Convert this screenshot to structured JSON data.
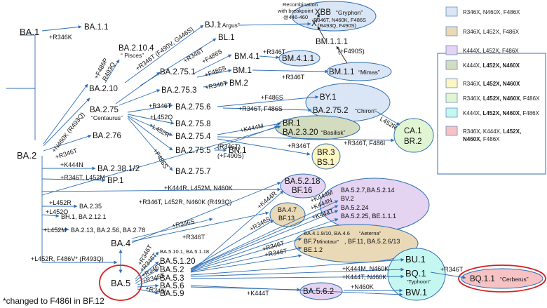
{
  "colors": {
    "line": "#2f6fb5",
    "blue": "#dae6f5",
    "tan": "#ead9b6",
    "lilac": "#e4d3f1",
    "olive": "#d4dcc0",
    "green": "#e1f5d3",
    "yellow": "#fdf5c2",
    "cyan": "#c5f7f1",
    "pink": "#f6c2c4",
    "red": "#d62020"
  },
  "nodes": {
    "ba1": "BA.1",
    "ba11": "BA.1.1",
    "ba2": "BA.2",
    "ba2104": "BA.2.10.4",
    "pisces": "“ Pisces”",
    "ba210": "BA.2.10",
    "bj1": "BJ.1",
    "argus": "“ Argus”",
    "bl1": "BL.1",
    "xbb": "XBB",
    "gryphon": "“Gryphon”",
    "xbb_muts1": "R346T, N460K, F486S",
    "xbb_muts2": "(R493Q, F490S)",
    "x_mark": "X",
    "recomb1": "Recombination",
    "recomb2": "with breakpoint",
    "recomb3": "@446-460",
    "bm111": "BM.1.1.1",
    "bm41": "BM.4.1",
    "bm411": "BM.4.1.1",
    "ba2751": "BA.2.75.1",
    "bm1": "BM.1",
    "bm11": "BM.1.1",
    "mimas": "“Mimas”",
    "ba2753": "BA.2.75.3",
    "bm2": "BM.2",
    "ba275": "BA.2.75",
    "centaurus": "“Centaurus”",
    "ba2756": "BA.2.75.6",
    "by1": "BY.1",
    "ba2752": "BA.2.75.2",
    "chiron": "“Chiron”",
    "ba2758": "BA.2.75.8",
    "ba2754": "BA.2.75.4",
    "br1": "BR.1",
    "ba2320": "BA.2.3.20",
    "basilisk": "“Basilisk”",
    "ca1": "CA.1",
    "br2": "BR.2",
    "ba276": "BA.2.76",
    "ba2755": "BA.2.75.5",
    "bn1": "BN.1",
    "br3": "BR.3",
    "bs1": "BS.1",
    "ba2757": "BA.2.75.7",
    "ba2381": "BA.2.38.1/2",
    "bp1": "BP.1",
    "ba235": "BA.2.35",
    "bh1": "BH.1, BA.2.12.1",
    "ba213": "BA.2.13, BA.2.56, BA.2.78",
    "ba4": "BA.4",
    "ba5": "BA.5",
    "ba47": "BA.4.7",
    "bf13": "BF.13",
    "ba5218": "BA.5.2.18",
    "bf16": "BF.16",
    "ba527": "BA.5.2.7,BA.5.2.14",
    "bv2": "BV.2",
    "ba5224": "BA.5.2.24",
    "ba5225": "BA.5.2.25, BE.1.1.1",
    "ba51": "BA.5.10.1, BA.5.1.18",
    "ba5120": "BA.5.1.20",
    "ba52": "BA.5.2",
    "ba53": "BA.5.3",
    "ba56": "BA.5.6",
    "ba59": "BA.5.9",
    "ba41": "BA.4.1.9/10, BA.4.6",
    "aeterna": "“Aeterna”",
    "bf7": "BF.7",
    "minotaur": "“Minotaur”",
    "bf11": ", BF.11, BA.5.2.6/13",
    "be12": "BE.1.2",
    "bu1": "BU.1",
    "bq1": "BQ.1",
    "typhoon": "“Typhoon”",
    "bw1": "BW.1",
    "ba562": "BA.5.6.2",
    "bq11": "BQ.1.1",
    "cerberus": "“Cerberus”"
  },
  "mutations": {
    "r346k": "+R346K",
    "f486p": "+F486P",
    "r493q": "R493Q",
    "r346t_f490v": "+R346T (F490V, G446S)",
    "r346t_bl1": "+R346T",
    "f490s": "(+F490S)",
    "f486s_a": "+F486S",
    "r346t_bm41": "+R346T",
    "r346t_bm1": "+R346T",
    "f486s_b": "+F486S",
    "r346t_bm2": "+R346T",
    "n460k": "+N460K (R493Q)",
    "r346t_2756": "+R346T",
    "f486s_by1": "+F486S",
    "r346t_f486s": "+R346T, F486S",
    "l452q_a": "+L452Q",
    "l452r_a": "+L452R",
    "k444m_a": "+K444M",
    "l452r_ca1": "L452R",
    "r346t_f486i": "+R346T, F486I",
    "r346t_276": "+R346T",
    "r346t_2755": "(R346T)",
    "f490s_b": "(+F490S)",
    "r346t_br3": "+R346T",
    "f486s_c": "+F486S",
    "k444n": "+K444N",
    "r346t_l452m": "+R346T, L452M",
    "k444r": "+K444R, L452M, N460K",
    "r346t_l452r": "+R346T, L452R, N460K (R493Q)",
    "l452r_b": "+L452R",
    "l452q_b": "+L452Q",
    "l452m": "+L452M",
    "l452r_f486v": "+L452R, F486V* (R493Q)",
    "r346s": "+R346S",
    "r346t_ba4": "+R346T",
    "k444r_b": "+K444R",
    "k444m_b": "+K444M",
    "k444n_b": "+K444N",
    "k444t_b": "+K444T",
    "r346s_b": "+R346S",
    "r346t_a": "+R346T",
    "r346t_b": "+R346T",
    "r346t_c": "+R346T",
    "r346i": "+R346I",
    "r346t_d": "+R346T",
    "r346t_e": "+R346T",
    "r346t_f": "+R346T",
    "k444m_n460k": "+K444M, N460K",
    "k444t_n460k": "+K444T, N460K",
    "n460k_b": "+N460K",
    "k444t_c": "+K444T",
    "r346t_bq11": "+R346T"
  },
  "legend": [
    {
      "color": "#dae6f5",
      "parts": [
        {
          "t": "R346X, N460X, F486X",
          "b": false
        }
      ]
    },
    {
      "color": "#ead9b6",
      "parts": [
        {
          "t": "R346X, L452X, F486X",
          "b": false
        }
      ]
    },
    {
      "color": "#e4d3f1",
      "parts": [
        {
          "t": "K444X, L452X, F486X",
          "b": false
        }
      ]
    },
    {
      "color": "#d4dcc0",
      "parts": [
        {
          "t": "K444X, ",
          "b": false
        },
        {
          "t": "L452X, N460X",
          "b": true
        }
      ]
    },
    {
      "color": "#fdf5c2",
      "parts": [
        {
          "t": "R346X, ",
          "b": false
        },
        {
          "t": "L452X, N460X",
          "b": true
        }
      ]
    },
    {
      "color": "#e1f5d3",
      "parts": [
        {
          "t": "R346X, ",
          "b": false
        },
        {
          "t": "L452X, N460X",
          "b": true
        },
        {
          "t": ", F486X",
          "b": false
        }
      ]
    },
    {
      "color": "#c5f7f1",
      "parts": [
        {
          "t": "K444X, ",
          "b": false
        },
        {
          "t": "L452X, N460X",
          "b": true
        },
        {
          "t": ", F486X",
          "b": false
        }
      ]
    },
    {
      "color": "#f6c2c4",
      "parts": [
        {
          "t": "R346X, K444X, ",
          "b": false
        },
        {
          "t": "L452X,",
          "b": true
        }
      ],
      "parts2": [
        {
          "t": "N460X",
          "b": true
        },
        {
          "t": ", F486X",
          "b": false
        }
      ]
    }
  ],
  "footnote": "*changed to F486I in BF.12"
}
